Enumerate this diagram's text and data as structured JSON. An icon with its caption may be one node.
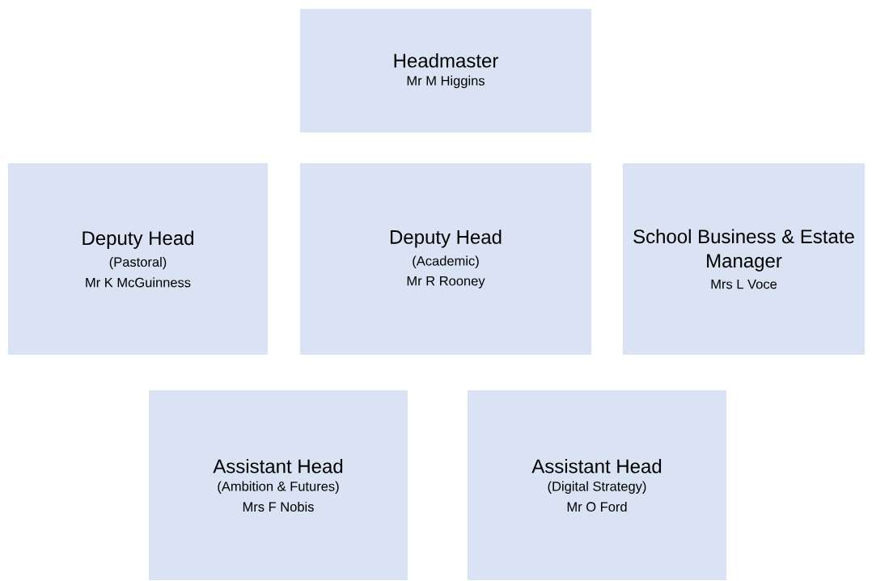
{
  "diagram": {
    "nodes": [
      {
        "text": [
          "Headmaster",
          "Mr M Higgins"
        ]
      },
      {
        "text": [
          "Deputy Head",
          "(Pastoral)",
          "Mr K McGuinness"
        ]
      },
      {
        "text": [
          "Deputy Head",
          "(Academic)",
          "Mr R Rooney"
        ]
      },
      {
        "text": [
          "School Business & Estate Manager",
          "Mrs L Voce"
        ]
      },
      {
        "text": [
          "Assistant Head",
          "(Ambition & Futures)",
          "Mrs F Nobis"
        ]
      },
      {
        "text": [
          "Assistant Head",
          "(Digital Strategy)",
          "Mr O Ford"
        ]
      }
    ]
  }
}
